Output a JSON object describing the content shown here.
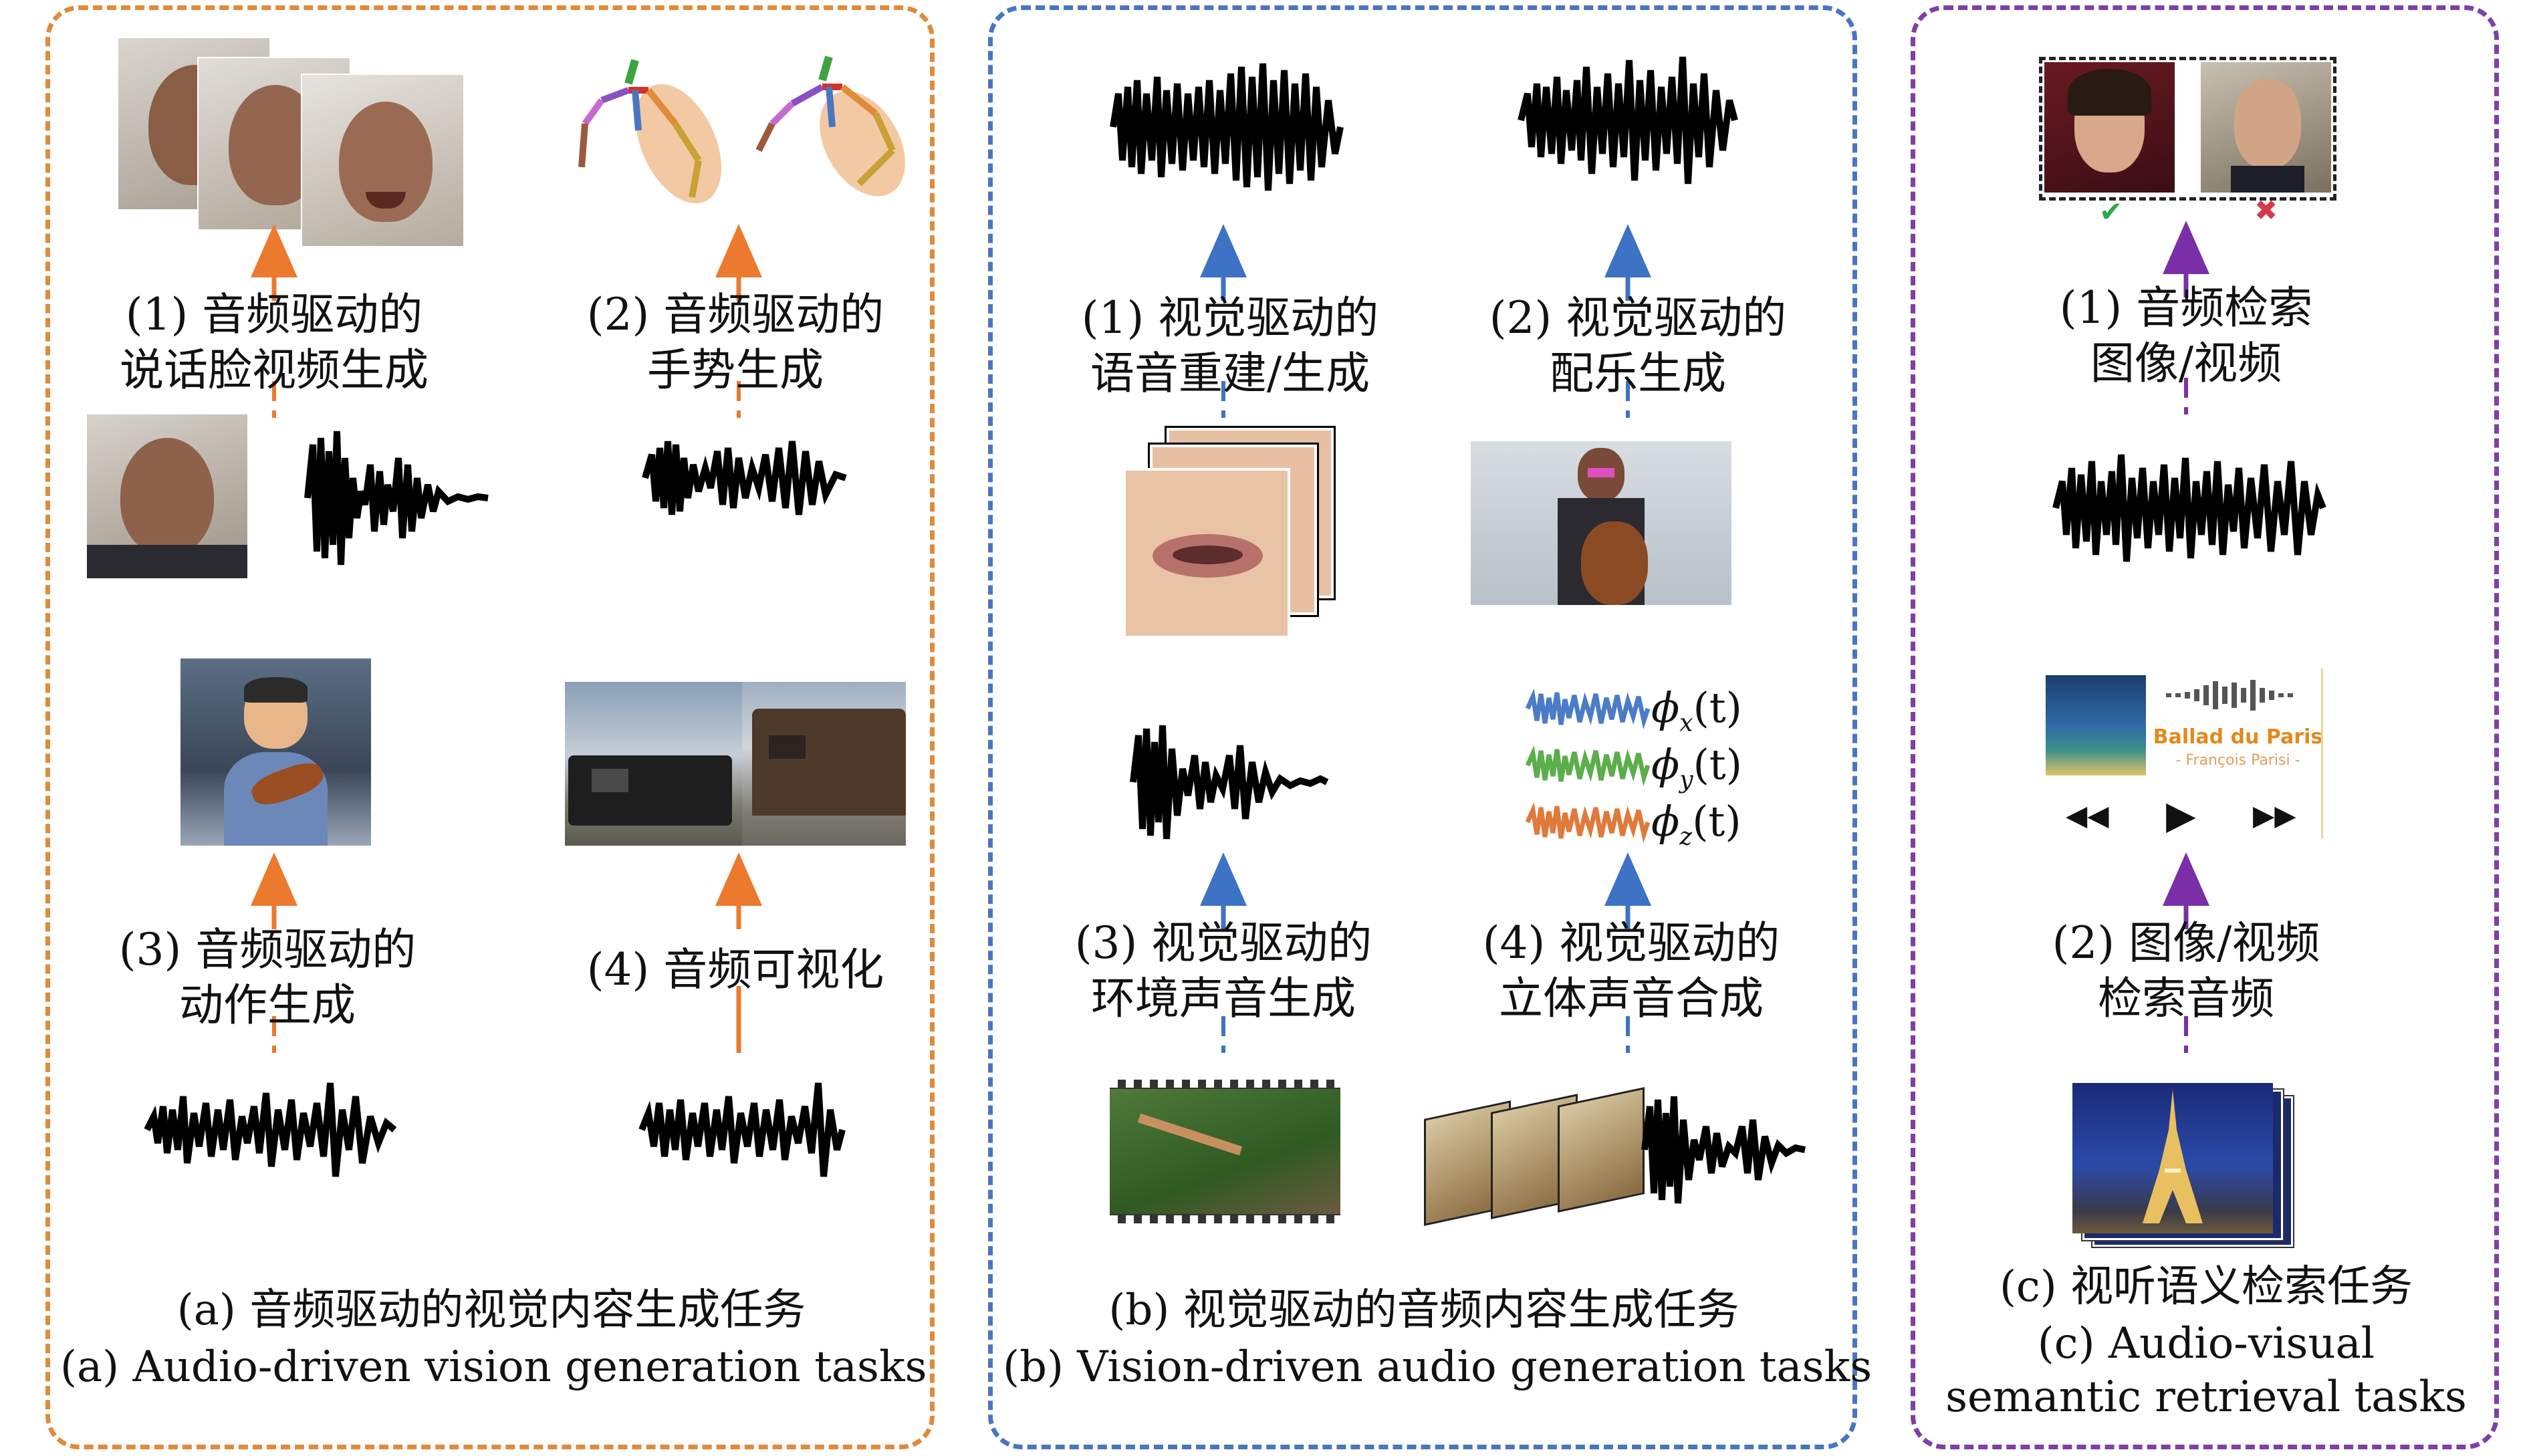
{
  "colors": {
    "panel_a": "#E08A3C",
    "panel_b": "#4A76C0",
    "panel_c": "#7E3FA6",
    "arrow_a": "#EB7A2E",
    "arrow_b": "#3E72C4",
    "arrow_c": "#7A2FA8",
    "check": "#2EAA4A",
    "cross": "#D43A4A",
    "series_x": "#4A7CC8",
    "series_y": "#5BAE4A",
    "series_z": "#E07A3A"
  },
  "panel_a": {
    "task1": {
      "line1": "(1) 音频驱动的",
      "line2": "说话脸视频生成"
    },
    "task2": {
      "line1": "(2) 音频驱动的",
      "line2": "手势生成"
    },
    "task3": {
      "line1": "(3) 音频驱动的",
      "line2": "动作生成"
    },
    "task4": {
      "line1": "(4) 音频可视化"
    },
    "caption_cn": "(a) 音频驱动的视觉内容生成任务",
    "caption_en": "(a) Audio-driven vision generation tasks"
  },
  "panel_b": {
    "task1": {
      "line1": "(1) 视觉驱动的",
      "line2": "语音重建/生成"
    },
    "task2": {
      "line1": "(2) 视觉驱动的",
      "line2": "配乐生成"
    },
    "task3": {
      "line1": "(3) 视觉驱动的",
      "line2": "环境声音生成"
    },
    "task4": {
      "line1": "(4) 视觉驱动的",
      "line2": "立体声音合成"
    },
    "phi": [
      {
        "symbol": "ϕ",
        "sub": "x",
        "arg": "(t)",
        "icon": "waveform-blue"
      },
      {
        "symbol": "ϕ",
        "sub": "y",
        "arg": "(t)",
        "icon": "waveform-green"
      },
      {
        "symbol": "ϕ",
        "sub": "z",
        "arg": "(t)",
        "icon": "waveform-orange"
      }
    ],
    "caption_cn": "(b) 视觉驱动的音频内容生成任务",
    "caption_en": "(b) Vision-driven audio generation tasks"
  },
  "panel_c": {
    "task1": {
      "line1": "(1) 音频检索",
      "line2": "图像/视频"
    },
    "task2": {
      "line1": "(2) 图像/视频",
      "line2": "检索音频"
    },
    "music_player": {
      "title": "Ballad du Paris",
      "artist": "- François Parisi -",
      "controls": [
        "rewind-icon",
        "play-icon",
        "fast-forward-icon"
      ]
    },
    "caption_cn": "(c) 视听语义检索任务",
    "caption_en_line1": "(c) Audio-visual",
    "caption_en_line2": "semantic retrieval tasks"
  }
}
